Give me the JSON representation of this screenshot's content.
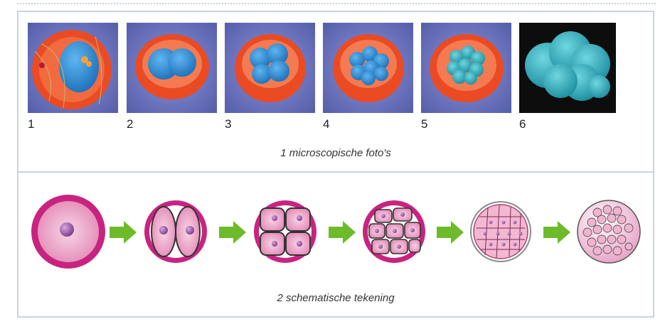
{
  "photos": {
    "labels": [
      "1",
      "2",
      "3",
      "4",
      "5",
      "6"
    ],
    "caption": "1 microscopische foto's"
  },
  "schema": {
    "caption": "2 schematische tekening",
    "stages": 6
  },
  "colors": {
    "zona": "#f0562e",
    "cell_blue": "#2f8fd8",
    "cell_cyan": "#33b5c8",
    "background_tissue": "#6f78c8",
    "arrow": "#6dbb2a",
    "membrane": "#c8247f",
    "cell_pink": "#f6c6dc",
    "nucleus": "#9a4fa6"
  }
}
